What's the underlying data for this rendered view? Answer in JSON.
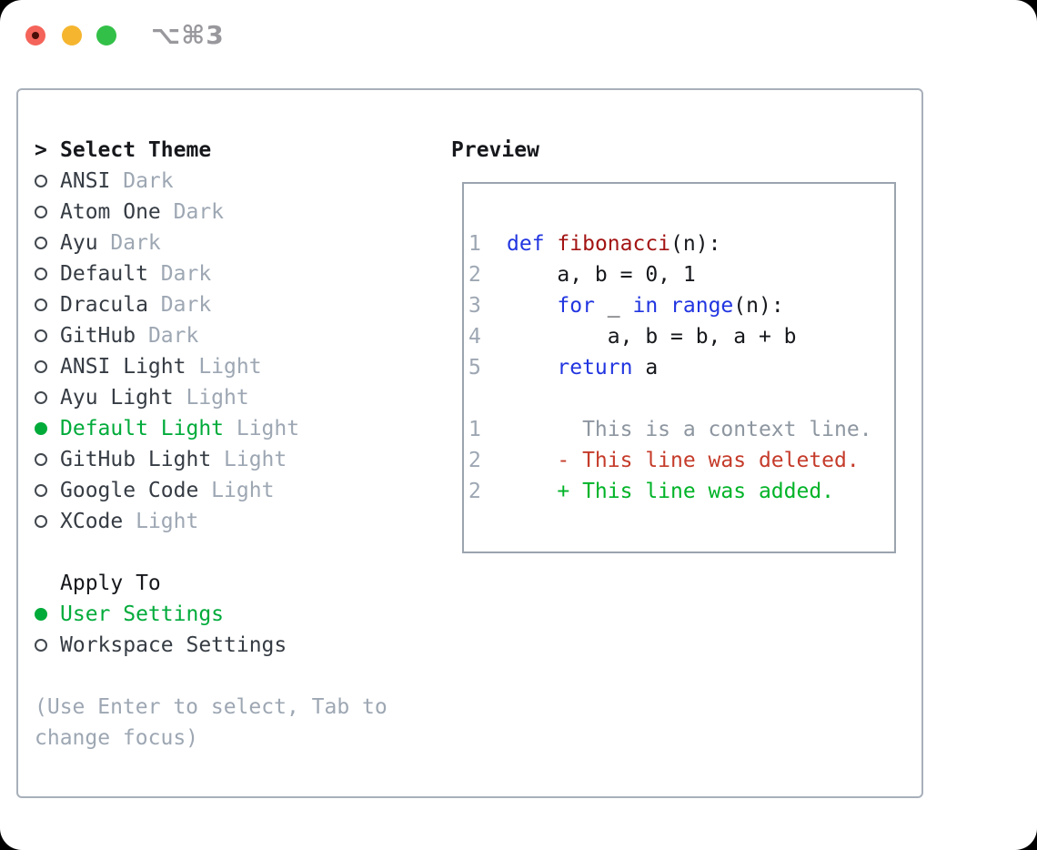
{
  "titlebar": {
    "shortcut_label": "⌥⌘3"
  },
  "theme_picker": {
    "prompt": ">",
    "title": "Select Theme",
    "items": [
      {
        "name": "ANSI",
        "tag": "Dark",
        "selected": false
      },
      {
        "name": "Atom One",
        "tag": "Dark",
        "selected": false
      },
      {
        "name": "Ayu",
        "tag": "Dark",
        "selected": false
      },
      {
        "name": "Default",
        "tag": "Dark",
        "selected": false
      },
      {
        "name": "Dracula",
        "tag": "Dark",
        "selected": false
      },
      {
        "name": "GitHub",
        "tag": "Dark",
        "selected": false
      },
      {
        "name": "ANSI Light",
        "tag": "Light",
        "selected": false
      },
      {
        "name": "Ayu Light",
        "tag": "Light",
        "selected": false
      },
      {
        "name": "Default Light",
        "tag": "Light",
        "selected": true
      },
      {
        "name": "GitHub Light",
        "tag": "Light",
        "selected": false
      },
      {
        "name": "Google Code",
        "tag": "Light",
        "selected": false
      },
      {
        "name": "XCode",
        "tag": "Light",
        "selected": false
      }
    ]
  },
  "apply_to": {
    "title": "Apply To",
    "options": [
      {
        "label": "User Settings",
        "selected": true
      },
      {
        "label": "Workspace Settings",
        "selected": false
      }
    ]
  },
  "help_text": [
    "(Use Enter to select, Tab to",
    "change focus)"
  ],
  "preview": {
    "title": "Preview",
    "lines": [
      {
        "num": "1",
        "segments": [
          {
            "text": "def",
            "style": "keyword"
          },
          {
            "text": " "
          },
          {
            "text": "fibonacci",
            "style": "function"
          },
          {
            "text": "(n):"
          }
        ]
      },
      {
        "num": "2",
        "segments": [
          {
            "text": "    a, b = 0, 1"
          }
        ]
      },
      {
        "num": "3",
        "segments": [
          {
            "text": "    "
          },
          {
            "text": "for",
            "style": "keyword"
          },
          {
            "text": " _ "
          },
          {
            "text": "in",
            "style": "keyword"
          },
          {
            "text": " "
          },
          {
            "text": "range",
            "style": "keyword"
          },
          {
            "text": "(n):"
          }
        ]
      },
      {
        "num": "4",
        "segments": [
          {
            "text": "        a, b = b, a + b"
          }
        ]
      },
      {
        "num": "5",
        "segments": [
          {
            "text": "    "
          },
          {
            "text": "return",
            "style": "keyword"
          },
          {
            "text": " a"
          }
        ]
      },
      {
        "num": "",
        "segments": []
      },
      {
        "num": "1",
        "segments": [
          {
            "text": "      This is a context line.",
            "style": "context"
          }
        ]
      },
      {
        "num": "2",
        "segments": [
          {
            "text": "    - This line was deleted.",
            "style": "deleted"
          }
        ]
      },
      {
        "num": "2",
        "segments": [
          {
            "text": "    + This line was added.",
            "style": "added"
          }
        ]
      }
    ]
  },
  "colors": {
    "header_black": "#16181c",
    "text_dark": "#363c44",
    "muted_gray": "#9da7b3",
    "accent_green": "#00ab3a",
    "keyword_blue": "#2135e0",
    "function_red": "#a31414",
    "context_gray": "#8d96a0",
    "deleted_red": "#c53b2a",
    "added_green": "#00b327",
    "line_num_gray": "#9da7b3",
    "panel_border": "#a8b0ba",
    "box_border": "#9ba4ae",
    "traffic_red": "#f4645a",
    "traffic_red_dot": "#4a0e08",
    "traffic_yellow": "#f5b52e",
    "traffic_green": "#33c048",
    "shortcut_gray": "#98989d",
    "window_bg": "#ffffff",
    "page_bg": "#000000"
  }
}
